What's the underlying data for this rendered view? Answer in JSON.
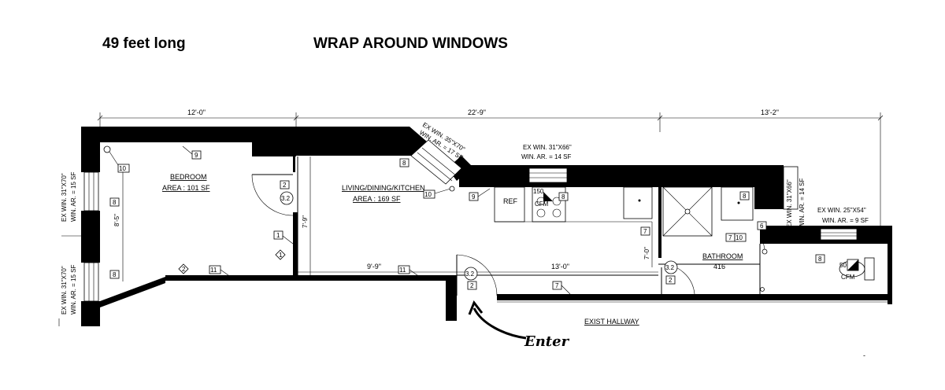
{
  "header": {
    "length_note": "49 feet  long",
    "windows_note": "WRAP AROUND WINDOWS"
  },
  "dimensions": {
    "d1": "12'-0\"",
    "d2": "22'-9\"",
    "d3": "13'-2\"",
    "d4": "9'-9\"",
    "d5": "13'-0\"",
    "v1": "8'-5\"",
    "v2": "7'-9\"",
    "v3": "7'-0\""
  },
  "rooms": {
    "bedroom": {
      "name": "BEDROOM",
      "area": "AREA : 101 SF"
    },
    "living": {
      "name": "LIVING/DINING/KITCHEN",
      "area": "AREA : 169 SF"
    },
    "bathroom": {
      "name": "BATHROOM",
      "tag": "416"
    },
    "hallway": "EXIST HALLWAY"
  },
  "windows": {
    "w1_a": "EX WIN. 31\"X70\"",
    "w1_b": "WIN. AR. = 15 SF",
    "w2_a": "EX WIN. 31\"X70\"",
    "w2_b": "WIN. AR. = 15 SF",
    "w3_a": "EX WIN. 35\"X70\"",
    "w3_b": "WIN. AR. = 17 SF",
    "w4_a": "EX WIN. 31\"X66\"",
    "w4_b": "WIN. AR. = 14 SF",
    "w5_a": "EX WIN. 31\"X66\"",
    "w5_b": "WIN. AR. = 14 SF",
    "w6_a": "EX WIN. 25\"X54\"",
    "w6_b": "WIN. AR. = 9 SF"
  },
  "fixtures": {
    "ref": "REF",
    "fan_cfm": "CFM",
    "fan_50": "50",
    "range_150": "150",
    "range_cfm": "CFM"
  },
  "tags": {
    "t9": "9",
    "t10": "10",
    "t8": "8",
    "t3_2": "3.2",
    "t2": "2",
    "t1": "1",
    "t11": "11",
    "t7": "7",
    "t6": "6"
  },
  "enter_label": "Enter",
  "footer_mark": "-"
}
